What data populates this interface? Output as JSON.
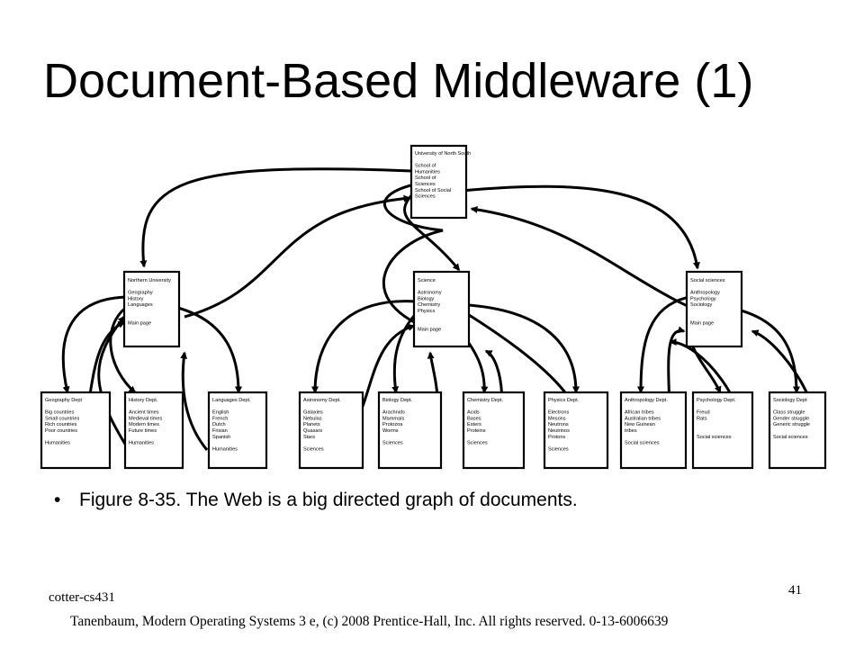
{
  "slide": {
    "title": "Document-Based Middleware (1)",
    "bullet_mark": "•",
    "bullet": "Figure 8-35. The Web is a big directed graph of documents.",
    "footer_left": "cotter-cs431",
    "page_number": "41",
    "copyright": "Tanenbaum, Modern Operating Systems 3 e, (c) 2008 Prentice-Hall, Inc. All rights reserved. 0-13-6006639"
  },
  "diagram": {
    "root": {
      "lines": [
        "University of North South",
        "",
        "School of",
        "Humanities",
        "School of",
        "Sciences",
        "School of Social",
        "Sciences"
      ]
    },
    "schools": [
      {
        "lines": [
          "Northern University",
          "",
          "Geography",
          "History",
          "Languages",
          "",
          "",
          "Main page"
        ]
      },
      {
        "lines": [
          "Science",
          "",
          "Astronomy",
          "Biology",
          "Chemistry",
          "Physics",
          "",
          "",
          "Main page"
        ]
      },
      {
        "lines": [
          "Social sciences",
          "",
          "Anthropology",
          "Psychology",
          "Sociology",
          "",
          "",
          "Main page"
        ]
      }
    ],
    "departments": [
      {
        "lines": [
          "Geography Dept",
          "",
          "Big countries",
          "Small countries",
          "Rich countries",
          "Poor countries",
          "",
          "Humanities"
        ]
      },
      {
        "lines": [
          "History Dept.",
          "",
          "Ancient times",
          "Medieval times",
          "Modern times",
          "Future times",
          "",
          "Humanities"
        ]
      },
      {
        "lines": [
          "Languages Dept.",
          "",
          "English",
          "French",
          "Dutch",
          "Frisian",
          "Spanish",
          "",
          "Humanities"
        ]
      },
      {
        "lines": [
          "Astronomy Dept.",
          "",
          "Galaxies",
          "Nebulas",
          "Planets",
          "Quasars",
          "Stars",
          "",
          "Sciences"
        ]
      },
      {
        "lines": [
          "Biology Dept.",
          "",
          "Arachnids",
          "Mammals",
          "Protozoa",
          "Worms",
          "",
          "Sciences"
        ]
      },
      {
        "lines": [
          "Chemistry Dept.",
          "",
          "Acids",
          "Bases",
          "Esters",
          "Proteins",
          "",
          "Sciences"
        ]
      },
      {
        "lines": [
          "Physics Dept.",
          "",
          "Electrons",
          "Mesons",
          "Neutrons",
          "Neutrinos",
          "Protons",
          "",
          "Sciences"
        ]
      },
      {
        "lines": [
          "Anthropology Dept.",
          "",
          "African tribes",
          "Australian tribes",
          "New Guinean",
          "tribes",
          "",
          "Social sciences"
        ]
      },
      {
        "lines": [
          "Psychology Dept.",
          "",
          "Freud",
          "Rats",
          "",
          "",
          "Social sciences"
        ]
      },
      {
        "lines": [
          "Sociology Dept",
          "",
          "Class struggle",
          "Gender struggle",
          "Generic struggle",
          "",
          "Social sciences"
        ]
      }
    ]
  }
}
